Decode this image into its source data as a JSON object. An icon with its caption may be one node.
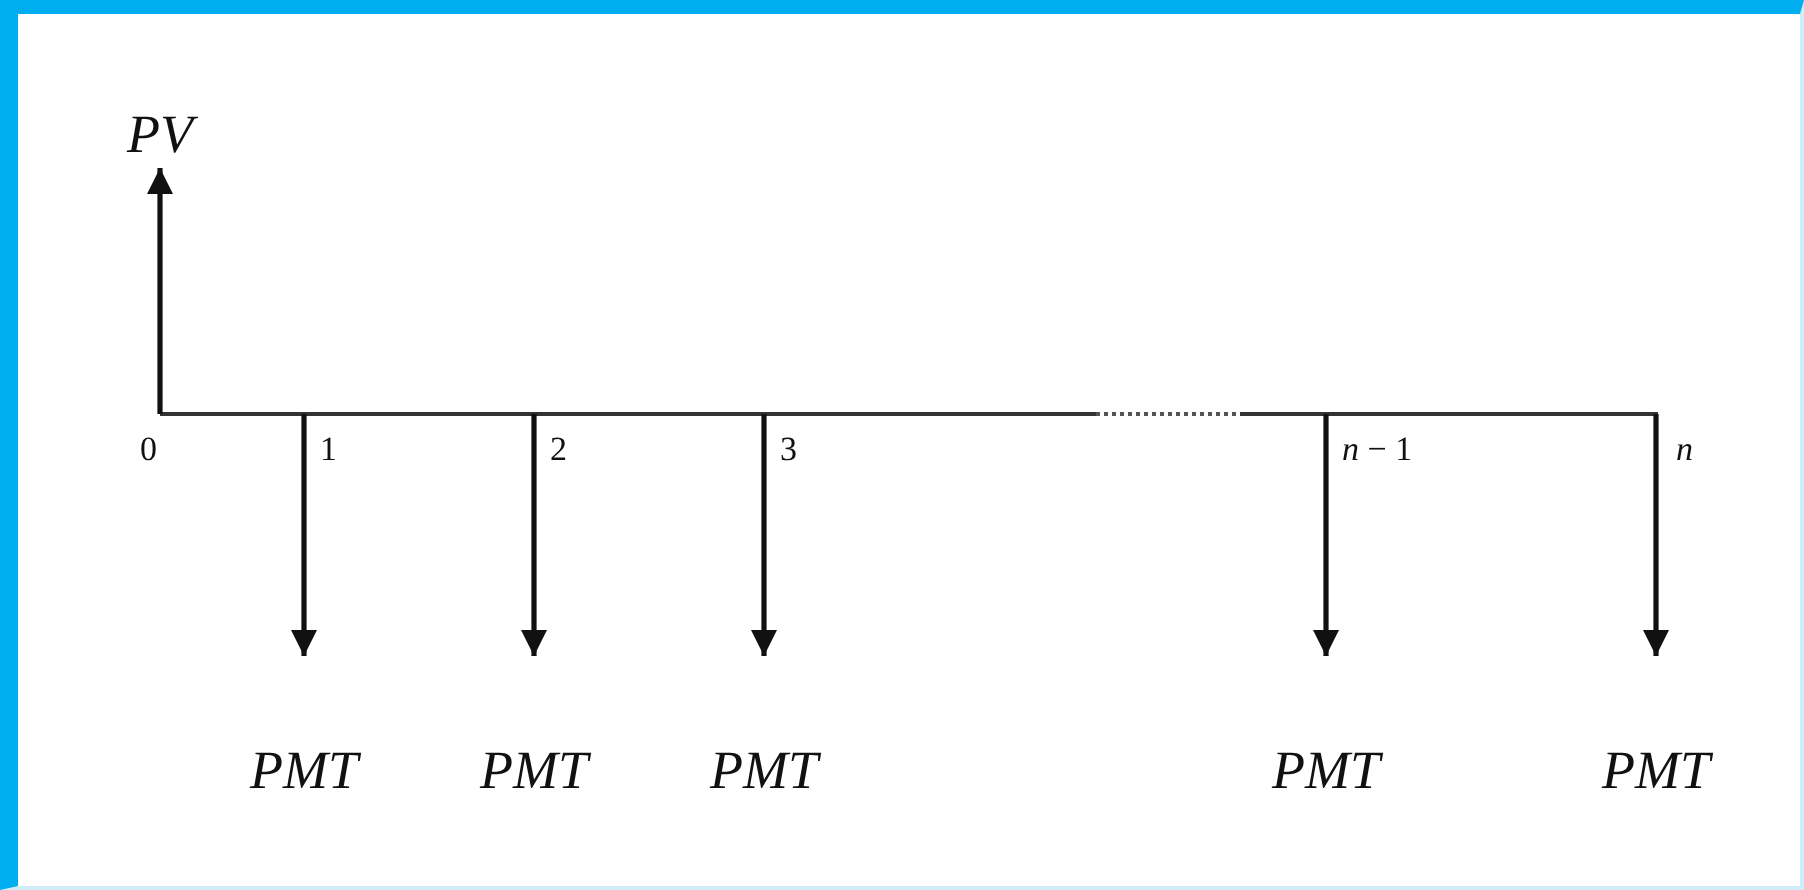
{
  "diagram": {
    "nodes": [
      {
        "text": [
          "PV"
        ]
      },
      {
        "text": [
          "PMT"
        ]
      },
      {
        "text": [
          "PMT"
        ]
      },
      {
        "text": [
          "PMT"
        ]
      },
      {
        "text": [
          "PMT"
        ]
      },
      {
        "text": [
          "PMT"
        ]
      }
    ],
    "edges": [
      {
        "from": null,
        "to": 0,
        "arrow": "to"
      },
      {
        "from": null,
        "to": 1,
        "arrow": "to"
      },
      {
        "from": null,
        "to": 2,
        "arrow": "to"
      },
      {
        "from": null,
        "to": 3,
        "arrow": "to"
      },
      {
        "from": null,
        "to": 4,
        "arrow": "to"
      },
      {
        "from": null,
        "to": 5,
        "arrow": "to"
      }
    ],
    "labels": [
      "0",
      "1",
      "2",
      "3",
      "*n* − 1",
      "*n*"
    ]
  }
}
